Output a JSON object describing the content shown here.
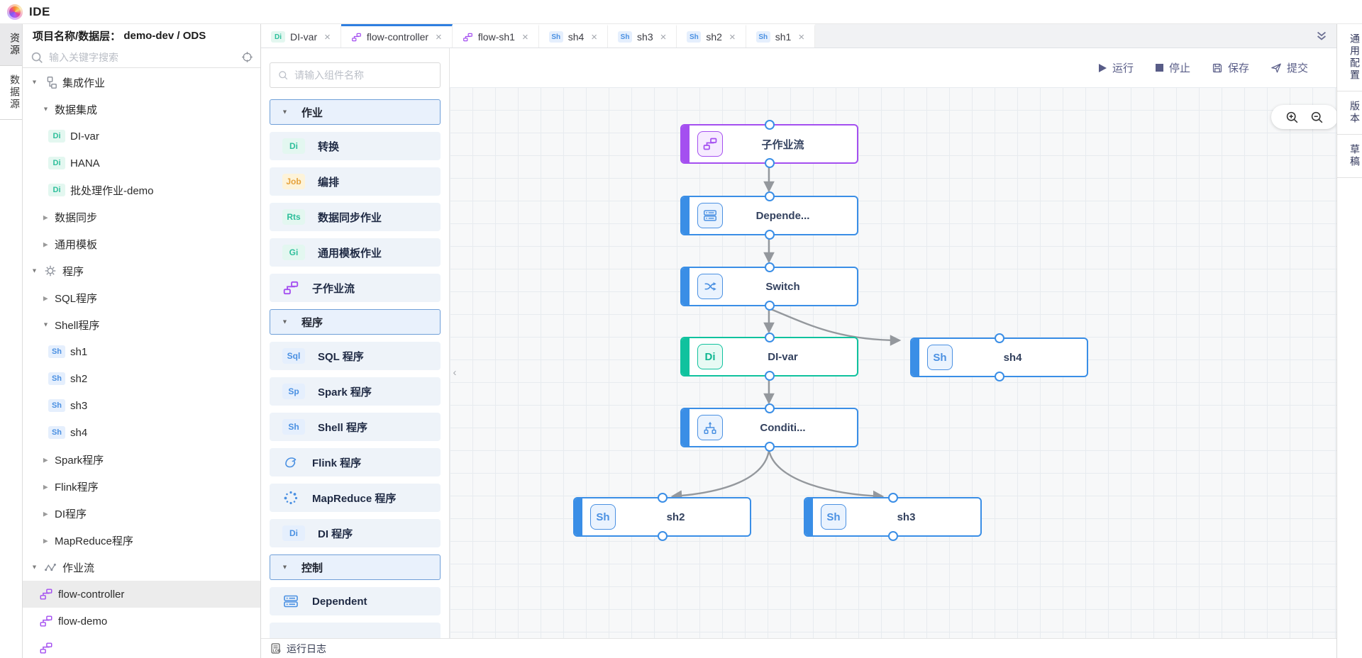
{
  "header": {
    "app_title": "IDE"
  },
  "left_rail": {
    "items": [
      {
        "label": "资源"
      },
      {
        "label": "数据源"
      }
    ]
  },
  "explorer": {
    "title": "项目名称/数据层：",
    "project": "demo-dev / ODS",
    "search_placeholder": "输入关键字搜索",
    "tree": [
      {
        "label": "集成作业"
      },
      {
        "label": "数据集成"
      },
      {
        "badge": "Di",
        "label": "DI-var"
      },
      {
        "badge": "Di",
        "label": "HANA"
      },
      {
        "badge": "Di",
        "label": "批处理作业-demo"
      },
      {
        "label": "数据同步"
      },
      {
        "label": "通用模板"
      },
      {
        "label": "程序"
      },
      {
        "label": "SQL程序"
      },
      {
        "label": "Shell程序"
      },
      {
        "badge": "Sh",
        "label": "sh1"
      },
      {
        "badge": "Sh",
        "label": "sh2"
      },
      {
        "badge": "Sh",
        "label": "sh3"
      },
      {
        "badge": "Sh",
        "label": "sh4"
      },
      {
        "label": "Spark程序"
      },
      {
        "label": "Flink程序"
      },
      {
        "label": "DI程序"
      },
      {
        "label": "MapReduce程序"
      },
      {
        "label": "作业流"
      },
      {
        "label": "flow-controller"
      },
      {
        "label": "flow-demo"
      },
      {
        "label": ""
      }
    ]
  },
  "tabs": {
    "items": [
      {
        "badge": "Di",
        "label": "DI-var",
        "close": "×"
      },
      {
        "badge": "flow",
        "label": "flow-controller",
        "close": "×"
      },
      {
        "badge": "flow",
        "label": "flow-sh1",
        "close": "×"
      },
      {
        "badge": "Sh",
        "label": "sh4",
        "close": "×"
      },
      {
        "badge": "Sh",
        "label": "sh3",
        "close": "×"
      },
      {
        "badge": "Sh",
        "label": "sh2",
        "close": "×"
      },
      {
        "badge": "Sh",
        "label": "sh1",
        "close": "×"
      }
    ]
  },
  "toolbar": {
    "run": "运行",
    "stop": "停止",
    "save": "保存",
    "submit": "提交"
  },
  "palette": {
    "search_placeholder": "请输入组件名称",
    "sections": [
      {
        "label": "作业",
        "items": [
          {
            "badge": "Di",
            "label": "转换"
          },
          {
            "badge": "Job",
            "label": "编排"
          },
          {
            "badge": "Rts",
            "label": "数据同步作业"
          },
          {
            "badge": "Gi",
            "label": "通用模板作业"
          },
          {
            "label": "子作业流"
          }
        ]
      },
      {
        "label": "程序",
        "items": [
          {
            "badge": "Sql",
            "label": "SQL 程序"
          },
          {
            "badge": "Sp",
            "label": "Spark 程序"
          },
          {
            "badge": "Sh",
            "label": "Shell 程序"
          },
          {
            "label": "Flink 程序"
          },
          {
            "label": "MapReduce 程序"
          },
          {
            "badge": "Di",
            "label": "DI 程序"
          }
        ]
      },
      {
        "label": "控制",
        "items": [
          {
            "label": "Dependent"
          }
        ]
      }
    ]
  },
  "canvas": {
    "nodes": [
      {
        "label": "子作业流"
      },
      {
        "label": "Depende..."
      },
      {
        "label": "Switch"
      },
      {
        "badge": "Di",
        "label": "DI-var"
      },
      {
        "badge": "Sh",
        "label": "sh4"
      },
      {
        "label": "Conditi..."
      },
      {
        "badge": "Sh",
        "label": "sh2"
      },
      {
        "badge": "Sh",
        "label": "sh3"
      }
    ]
  },
  "right_rail": {
    "items": [
      {
        "label": "通用配置"
      },
      {
        "label": "版本"
      },
      {
        "label": "草稿"
      }
    ]
  },
  "bottom_bar": {
    "log_label": "运行日志"
  },
  "colors": {
    "accent_blue": "#3a8ee6",
    "accent_purple": "#a44ff0",
    "accent_green": "#10c29e",
    "edge_gray": "#94989d"
  }
}
